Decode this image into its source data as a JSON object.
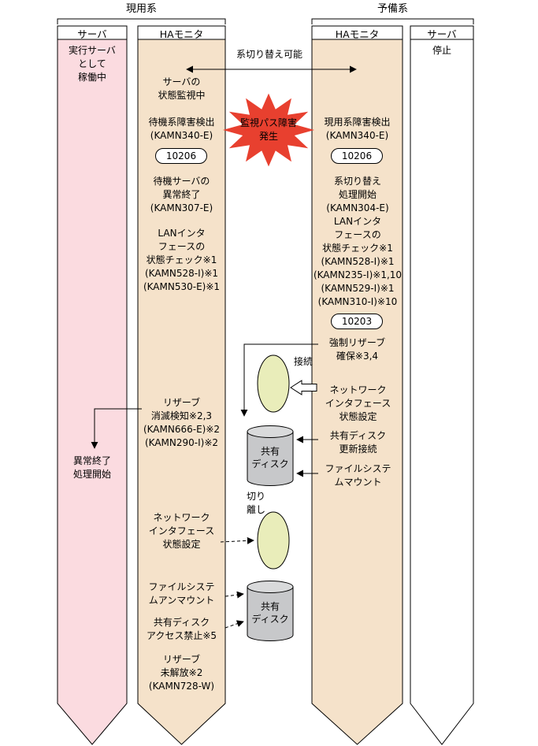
{
  "groups": {
    "active": "現用系",
    "standby": "予備系"
  },
  "top": {
    "switch_possible": "系切り替え可能"
  },
  "starburst": {
    "lines": [
      "監視パス障害",
      "発生"
    ]
  },
  "left_server": {
    "title": "サーバ",
    "running": [
      "実行サーバ",
      "として",
      "稼働中"
    ],
    "abort": [
      "異常終了",
      "処理開始"
    ]
  },
  "left_ha": {
    "title": "HAモニタ",
    "monitoring": [
      "サーバの",
      "状態監視中"
    ],
    "standby_failure": [
      "待機系障害検出",
      "(KAMN340-E)"
    ],
    "code_10206": "10206",
    "standby_abend": [
      "待機サーバの",
      "異常終了",
      "(KAMN307-E)"
    ],
    "lan_check": [
      "LANインタ",
      "フェースの",
      "状態チェック※1",
      "(KAMN528-I)※1",
      "(KAMN530-E)※1"
    ],
    "reserve_lost": [
      "リザーブ",
      "消滅検知※2,3",
      "(KAMN666-E)※2",
      "(KAMN290-I)※2"
    ],
    "nw_if_setting": [
      "ネットワーク",
      "インタフェース",
      "状態設定"
    ],
    "fs_unmount": [
      "ファイルシステ",
      "ムアンマウント"
    ],
    "disk_access_forbid": [
      "共有ディスク",
      "アクセス禁止※5"
    ],
    "reserve_unreleased": [
      "リザーブ",
      "未解放※2",
      "(KAMN728-W)"
    ]
  },
  "right_ha": {
    "title": "HAモニタ",
    "active_failure": [
      "現用系障害検出",
      "(KAMN340-E)"
    ],
    "code_10206": "10206",
    "switch_start": [
      "系切り替え",
      "処理開始",
      "(KAMN304-E)",
      "LANインタ",
      "フェースの",
      "状態チェック※1",
      "(KAMN528-I)※1",
      "(KAMN235-I)※1,10",
      "(KAMN529-I)※1",
      "(KAMN310-I)※10"
    ],
    "code_10203": "10203",
    "force_reserve": [
      "強制リザーブ",
      "確保※3,4"
    ],
    "nw_if_setting": [
      "ネットワーク",
      "インタフェース",
      "状態設定"
    ],
    "disk_update_connect": [
      "共有ディスク",
      "更新接続"
    ],
    "fs_mount": [
      "ファイルシステ",
      "ムマウント"
    ]
  },
  "right_server": {
    "title": "サーバ",
    "status": "停止"
  },
  "center": {
    "connect": "接続",
    "detach": [
      "切り",
      "離し"
    ],
    "disk1": [
      "共有",
      "ディスク"
    ],
    "disk2": [
      "共有",
      "ディスク"
    ]
  },
  "colors": {
    "server_lane": "#fbdbe0",
    "ha_lane": "#f5e2ca",
    "ellipse": "#e9edba",
    "cylinder": "#c7c8ca",
    "cylinder_top": "#d9dadb",
    "star": "#e8402f"
  }
}
